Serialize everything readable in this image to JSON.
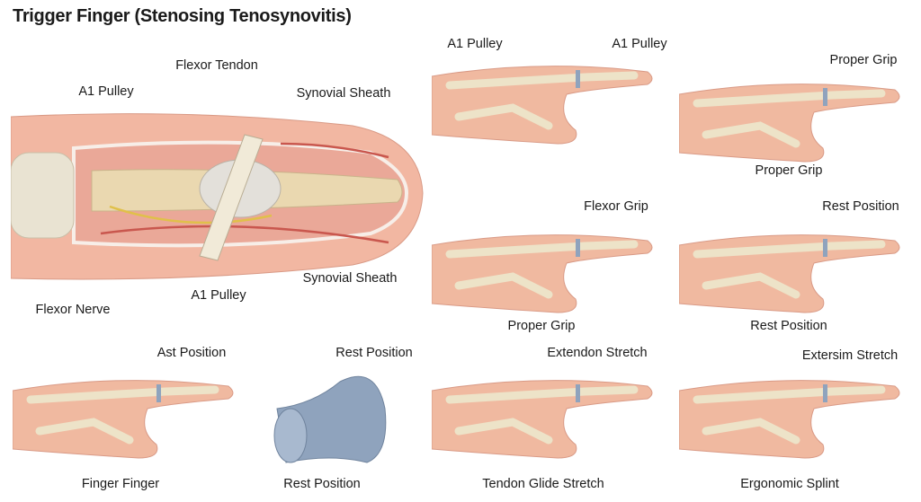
{
  "title": "Trigger Finger (Stenosing Tenosynovitis)",
  "main_diagram": {
    "labels": {
      "flexor_tendon": "Flexor Tendon",
      "a1_pulley_top": "A1 Pulley",
      "synovial_sheath_top": "Synovial Sheath",
      "synovial_sheath_bottom": "Synovial Sheath",
      "a1_pulley_bottom": "A1 Pulley",
      "flexor_nerve": "Flexor Nerve"
    }
  },
  "panels": [
    {
      "labels": [
        "A1 Pulley",
        "A1 Pulley"
      ],
      "caption": ""
    },
    {
      "labels": [
        "Proper Grip"
      ],
      "caption": "Proper Grip"
    },
    {
      "labels": [
        "Flexor Grip"
      ],
      "caption": "Proper Grip"
    },
    {
      "labels": [
        "Rest Position"
      ],
      "caption": "Rest Position"
    },
    {
      "labels": [
        "Ast Position"
      ],
      "caption": "Finger Finger"
    },
    {
      "labels": [
        "Rest Position"
      ],
      "caption": "Rest Position"
    },
    {
      "labels": [
        "Extendon Stretch"
      ],
      "caption": "Tendon Glide Stretch"
    },
    {
      "labels": [
        "Extersim Stretch"
      ],
      "caption": "Ergonomic Splint"
    }
  ],
  "colors": {
    "skin": "#f0b9a0",
    "bone": "#ede3c8",
    "splint": "#8fa3bd",
    "vessel": "#c9574e",
    "nerve": "#e0c04a"
  }
}
